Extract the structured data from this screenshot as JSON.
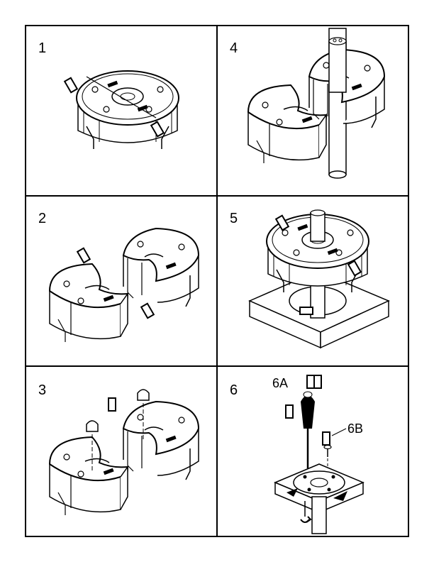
{
  "panels": [
    {
      "step": "1"
    },
    {
      "step": "4"
    },
    {
      "step": "2"
    },
    {
      "step": "5"
    },
    {
      "step": "3"
    },
    {
      "step": "6"
    }
  ],
  "callouts": {
    "screwdriver": "6A",
    "screw": "6B"
  }
}
